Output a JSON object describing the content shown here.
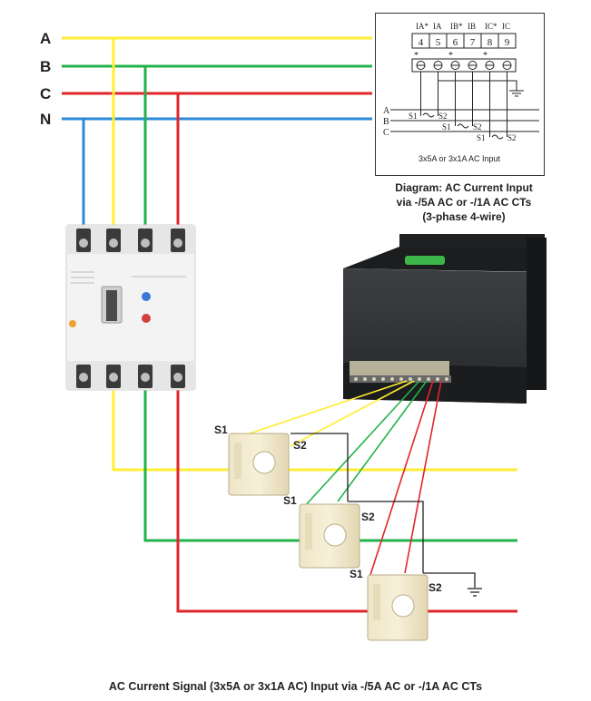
{
  "phases": {
    "a": {
      "label": "A",
      "color": "#ffee33"
    },
    "b": {
      "label": "B",
      "color": "#22b34a"
    },
    "c": {
      "label": "C",
      "color": "#e0262b"
    },
    "n": {
      "label": "N",
      "color": "#2a8ad8"
    }
  },
  "wiring_diagram": {
    "terminal_headers": [
      "IA*",
      "IA",
      "IB*",
      "IB",
      "IC*",
      "IC"
    ],
    "terminal_numbers": [
      "4",
      "5",
      "6",
      "7",
      "8",
      "9"
    ],
    "row_labels": [
      "A",
      "B",
      "C"
    ],
    "ct_terminals": [
      "S1",
      "S2"
    ],
    "input_note": "3x5A or 3x1A AC Input"
  },
  "diagram_caption": {
    "line1": "Diagram: AC Current Input",
    "line2": "via -/5A AC or -/1A AC CTs",
    "line3": "(3-phase 4-wire)"
  },
  "ct_labels": {
    "ct1_s1": "S1",
    "ct1_s2": "S2",
    "ct2_s1": "S1",
    "ct2_s2": "S2",
    "ct3_s1": "S1",
    "ct3_s2": "S2"
  },
  "bottom_caption": "AC Current Signal (3x5A or 3x1A AC) Input via -/5A AC or -/1A AC CTs"
}
